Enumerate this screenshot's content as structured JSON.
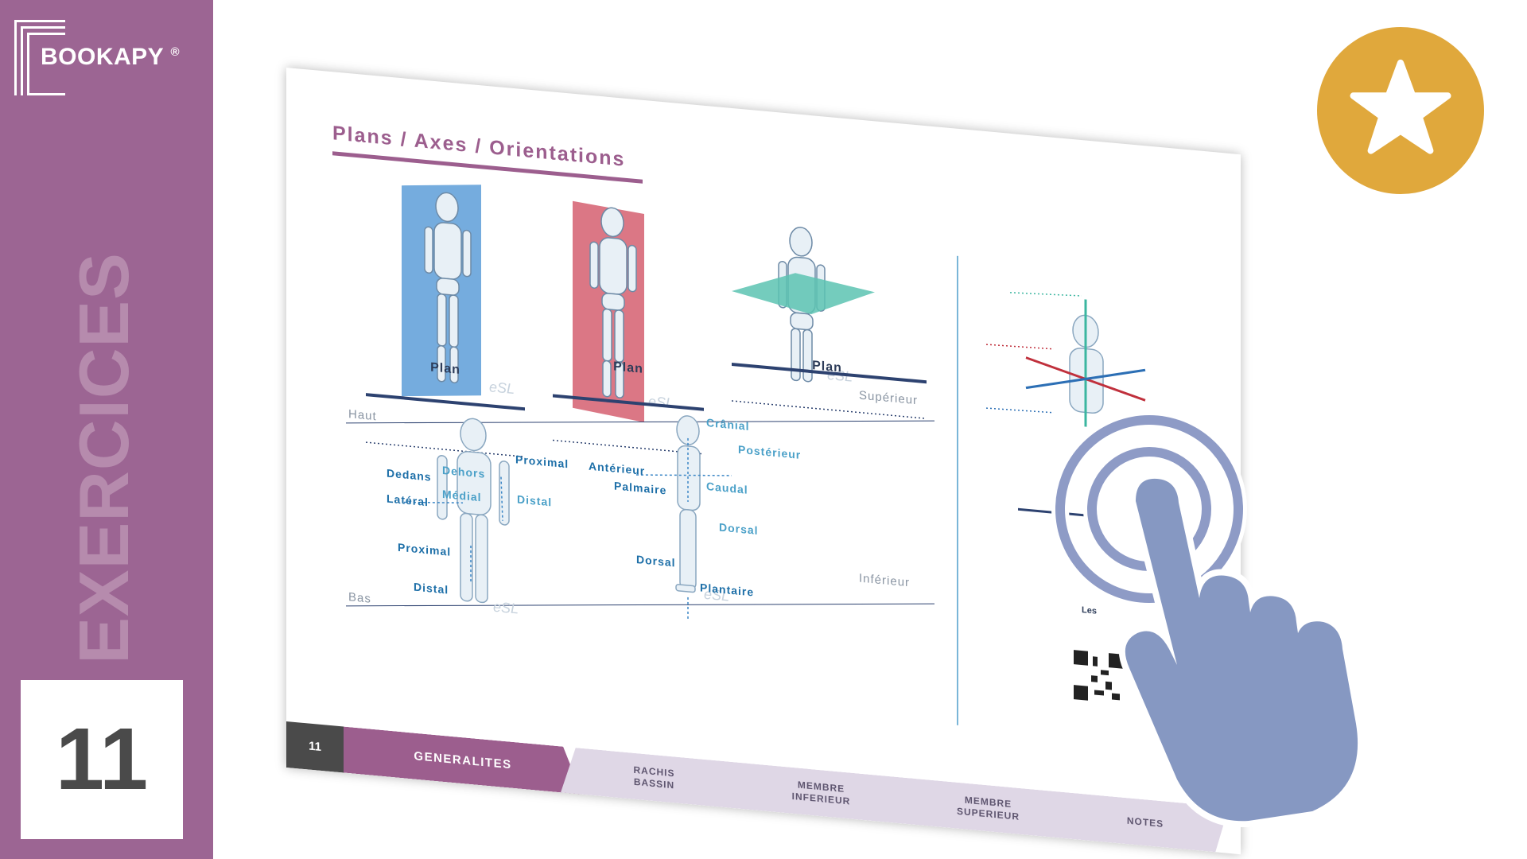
{
  "brand": {
    "name": "BOOKAPY",
    "reg_mark": "®"
  },
  "sidebar": {
    "title": "EXERCICES",
    "page_number": "11"
  },
  "badge": {
    "icon": "star-icon",
    "color": "#e0a83c"
  },
  "page": {
    "section_title": "Plans / Axes / Orientations",
    "planes": [
      {
        "label": "Plan",
        "color": "#6ea8dc"
      },
      {
        "label": "Plan",
        "color": "#d9707e"
      },
      {
        "label": "Plan",
        "color": "#5cc3b2"
      }
    ],
    "frontal_labels": {
      "haut": "Haut",
      "bas": "Bas",
      "dedans": "Dedans",
      "dehors": "Dehors",
      "lateral": "Latéral",
      "medial": "Médial",
      "proximal_top": "Proximal",
      "distal_top": "Distal",
      "proximal_low": "Proximal",
      "distal_low": "Distal"
    },
    "profile_labels": {
      "superieur": "Supérieur",
      "inferieur": "Inférieur",
      "cranial": "Crânial",
      "anterieur": "Antérieur",
      "posterieur": "Postérieur",
      "palmaire": "Palmaire",
      "caudal": "Caudal",
      "dorsal_top": "Dorsal",
      "dorsal_low": "Dorsal",
      "plantaire": "Plantaire"
    },
    "watermark": "eSL",
    "axes_caption": "Les",
    "tabs": {
      "page_number": "11",
      "active": "GENERALITES",
      "items": [
        "RACHIS\nBASSIN",
        "MEMBRE\nINFERIEUR",
        "MEMBRE\nSUPERIEUR",
        "NOTES"
      ]
    }
  },
  "tap_icon": "tap-hand-icon"
}
